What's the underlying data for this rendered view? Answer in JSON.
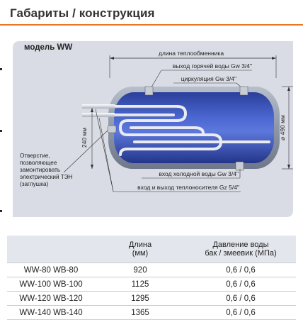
{
  "header": {
    "title": "Габариты / конструкция"
  },
  "diagram": {
    "model_label": "модель WW",
    "labels": {
      "exchanger_length": "длина теплообменника",
      "hot_water_outlet": "выход горячей воды Gw 3/4\"",
      "circulation": "циркуляция Gw 3/4\"",
      "cold_water_inlet": "вход холодной воды Gw 3/4\"",
      "heat_carrier": "вход и выход теплоносителя Gz 5/4\"",
      "dim_240": "240 мм",
      "dim_diameter": "⌀ 490 мм",
      "heater_opening_1": "Отверстие,",
      "heater_opening_2": "позволяющее",
      "heater_opening_3": "замонтировать",
      "heater_opening_4": "электрический ТЭН",
      "heater_opening_5": "(заглушка)"
    },
    "colors": {
      "tank_body": "#2f4aa8",
      "shell": "#9aa3b4",
      "pipe": "#d8dbe2",
      "panel": "#d9dce4"
    }
  },
  "table": {
    "headers": {
      "length_1": "Длина",
      "length_2": "(мм)",
      "pressure_1": "Давление воды",
      "pressure_2": "бак / змеевик (МПа)"
    },
    "rows": [
      {
        "model": "WW-80  WB-80",
        "length": "920",
        "pressure": "0,6 / 0,6"
      },
      {
        "model": "WW-100  WB-100",
        "length": "1125",
        "pressure": "0,6 / 0,6"
      },
      {
        "model": "WW-120  WB-120",
        "length": "1295",
        "pressure": "0,6 / 0,6"
      },
      {
        "model": "WW-140  WB-140",
        "length": "1365",
        "pressure": "0,6 / 0,6"
      }
    ]
  }
}
